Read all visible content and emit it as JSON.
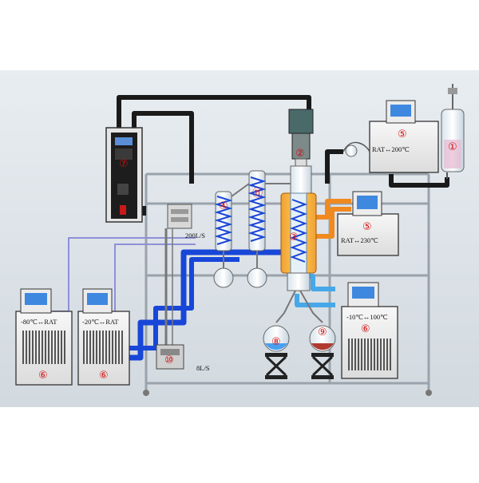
{
  "markers": {
    "m1": "①",
    "m2": "②",
    "m3": "③",
    "m4": "④",
    "m5a": "⑤",
    "m5b": "⑤",
    "m6a": "⑥",
    "m6b": "⑥",
    "m6c": "⑥",
    "m7": "⑦",
    "m8": "⑧",
    "m9": "⑨",
    "m10": "⑩",
    "m11": "⑪"
  },
  "labels": {
    "heater_top": "RAT↔200℃",
    "heater_mid": "RAT↔230℃",
    "chiller_left": "-80℃↔RAT",
    "chiller_mid": "-20℃↔RAT",
    "chiller_right": "-10℃↔100℃",
    "pump_speed_small": "200L/S",
    "pump_speed_large": "8L/S"
  },
  "colors": {
    "black_hose": "#1a1a1a",
    "blue_hose": "#1846d8",
    "light_blue_hose": "#46a8e8",
    "orange_hose": "#f08a20",
    "frame": "#9aa3ab",
    "marker": "#d01010"
  },
  "icons": [
    "barcode-vent-icon",
    "lcd-display-icon",
    "flask-icon",
    "condenser-coil-icon"
  ]
}
